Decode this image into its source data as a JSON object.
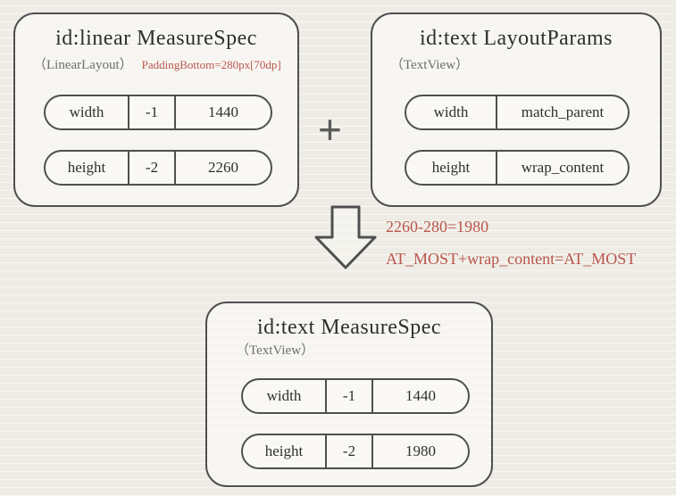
{
  "boxes": {
    "linear": {
      "title": "id:linear MeasureSpec",
      "subtitle": "（LinearLayout）",
      "note": "PaddingBottom=280px[70dp]",
      "rows": [
        {
          "label": "width",
          "mode": "-1",
          "value": "1440"
        },
        {
          "label": "height",
          "mode": "-2",
          "value": "2260"
        }
      ]
    },
    "layout_params": {
      "title": "id:text  LayoutParams",
      "subtitle": "（TextView）",
      "rows": [
        {
          "label": "width",
          "value": "match_parent"
        },
        {
          "label": "height",
          "value": "wrap_content"
        }
      ]
    },
    "result": {
      "title": "id:text  MeasureSpec",
      "subtitle": "（TextView）",
      "rows": [
        {
          "label": "width",
          "mode": "-1",
          "value": "1440"
        },
        {
          "label": "height",
          "mode": "-2",
          "value": "1980"
        }
      ]
    }
  },
  "operators": {
    "plus": "+"
  },
  "annotations": {
    "calc": "2260-280=1980",
    "mode_rule": "AT_MOST+wrap_content=AT_MOST"
  },
  "colors": {
    "accent_red": "#b9554b",
    "border": "#4f4f4f",
    "background": "#f2f0e9"
  }
}
